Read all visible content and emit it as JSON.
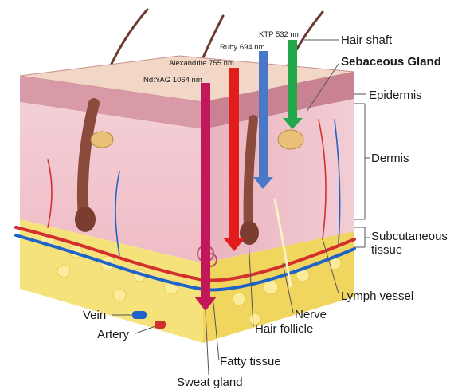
{
  "lasers": [
    {
      "label": "Nd:YAG 1064 nm",
      "color": "#c2185b"
    },
    {
      "label": "Alexandrite 755 nm",
      "color": "#e21b1b"
    },
    {
      "label": "Ruby 694 nm",
      "color": "#4a78c8"
    },
    {
      "label": "KTP 532 nm",
      "color": "#22a84a"
    }
  ],
  "labels": {
    "hair_shaft": "Hair shaft",
    "sebaceous_gland": "Sebaceous Gland",
    "epidermis": "Epidermis",
    "dermis": "Dermis",
    "subcutaneous_1": "Subcutaneous",
    "subcutaneous_2": "tissue",
    "lymph_vessel": "Lymph vessel",
    "nerve": "Nerve",
    "hair_follicle": "Hair follicle",
    "fatty_tissue": "Fatty tissue",
    "sweat_gland": "Sweat gland",
    "vein": "Vein",
    "artery": "Artery"
  },
  "colors": {
    "epidermis": "#d99aa7",
    "dermis": "#f1c6cf",
    "fat": "#f6e27a",
    "follicle": "#8a4b3c"
  }
}
